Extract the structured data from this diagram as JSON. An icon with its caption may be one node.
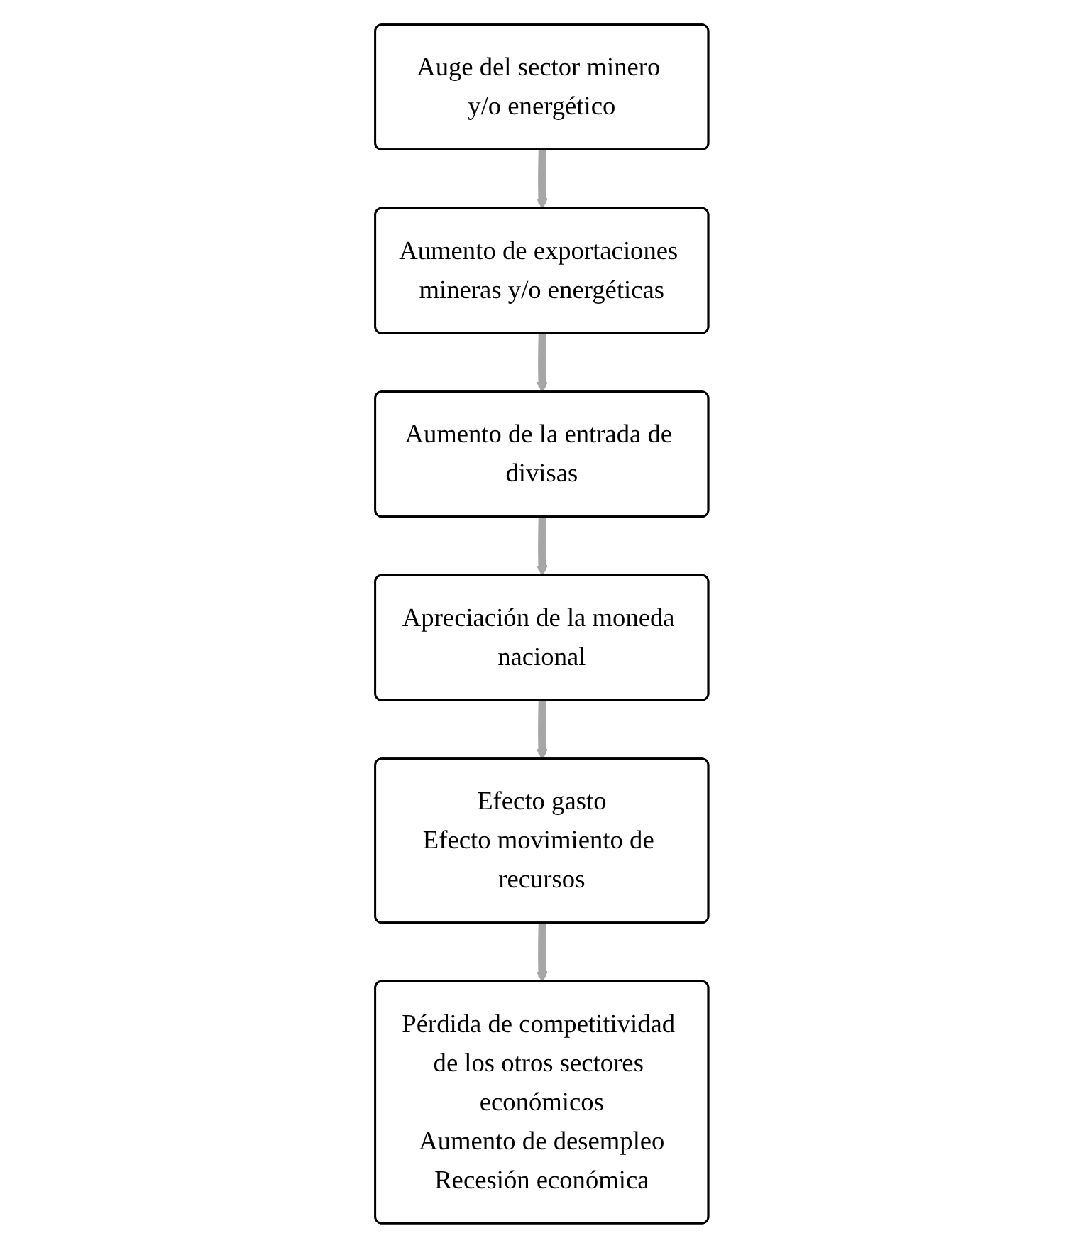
{
  "diagram": {
    "nodes": [
      {
        "text": [
          "Auge del sector minero y/o energético"
        ]
      },
      {
        "text": [
          "Aumento de exportaciones mineras y/o energéticas"
        ]
      },
      {
        "text": [
          "Aumento de la entrada de divisas"
        ]
      },
      {
        "text": [
          "Apreciación de la moneda nacional"
        ]
      },
      {
        "text": [
          "Efecto gasto",
          "Efecto movimiento de recursos"
        ]
      },
      {
        "text": [
          "Pérdida de competitividad de los otros sectores económicos",
          "Aumento de desempleo",
          "Recesión económica"
        ]
      }
    ],
    "edges": [
      {
        "from": 0,
        "to": 1,
        "arrow": "to"
      },
      {
        "from": 1,
        "to": 2,
        "arrow": "to"
      },
      {
        "from": 2,
        "to": 3,
        "arrow": "to"
      },
      {
        "from": 3,
        "to": 4,
        "arrow": "to"
      },
      {
        "from": 4,
        "to": 5,
        "arrow": "to"
      }
    ]
  }
}
